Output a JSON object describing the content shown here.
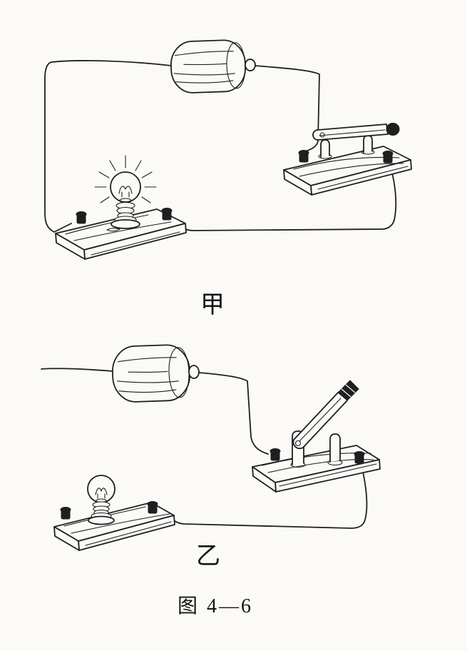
{
  "figure": {
    "caption": "图 4—6",
    "circuits": [
      {
        "label": "甲",
        "lamp_state": "lit",
        "switch_state": "closed"
      },
      {
        "label": "乙",
        "lamp_state": "unlit",
        "switch_state": "open"
      }
    ],
    "colors": {
      "ink": "#1f1f1f",
      "paper": "#fbfaf7"
    }
  }
}
